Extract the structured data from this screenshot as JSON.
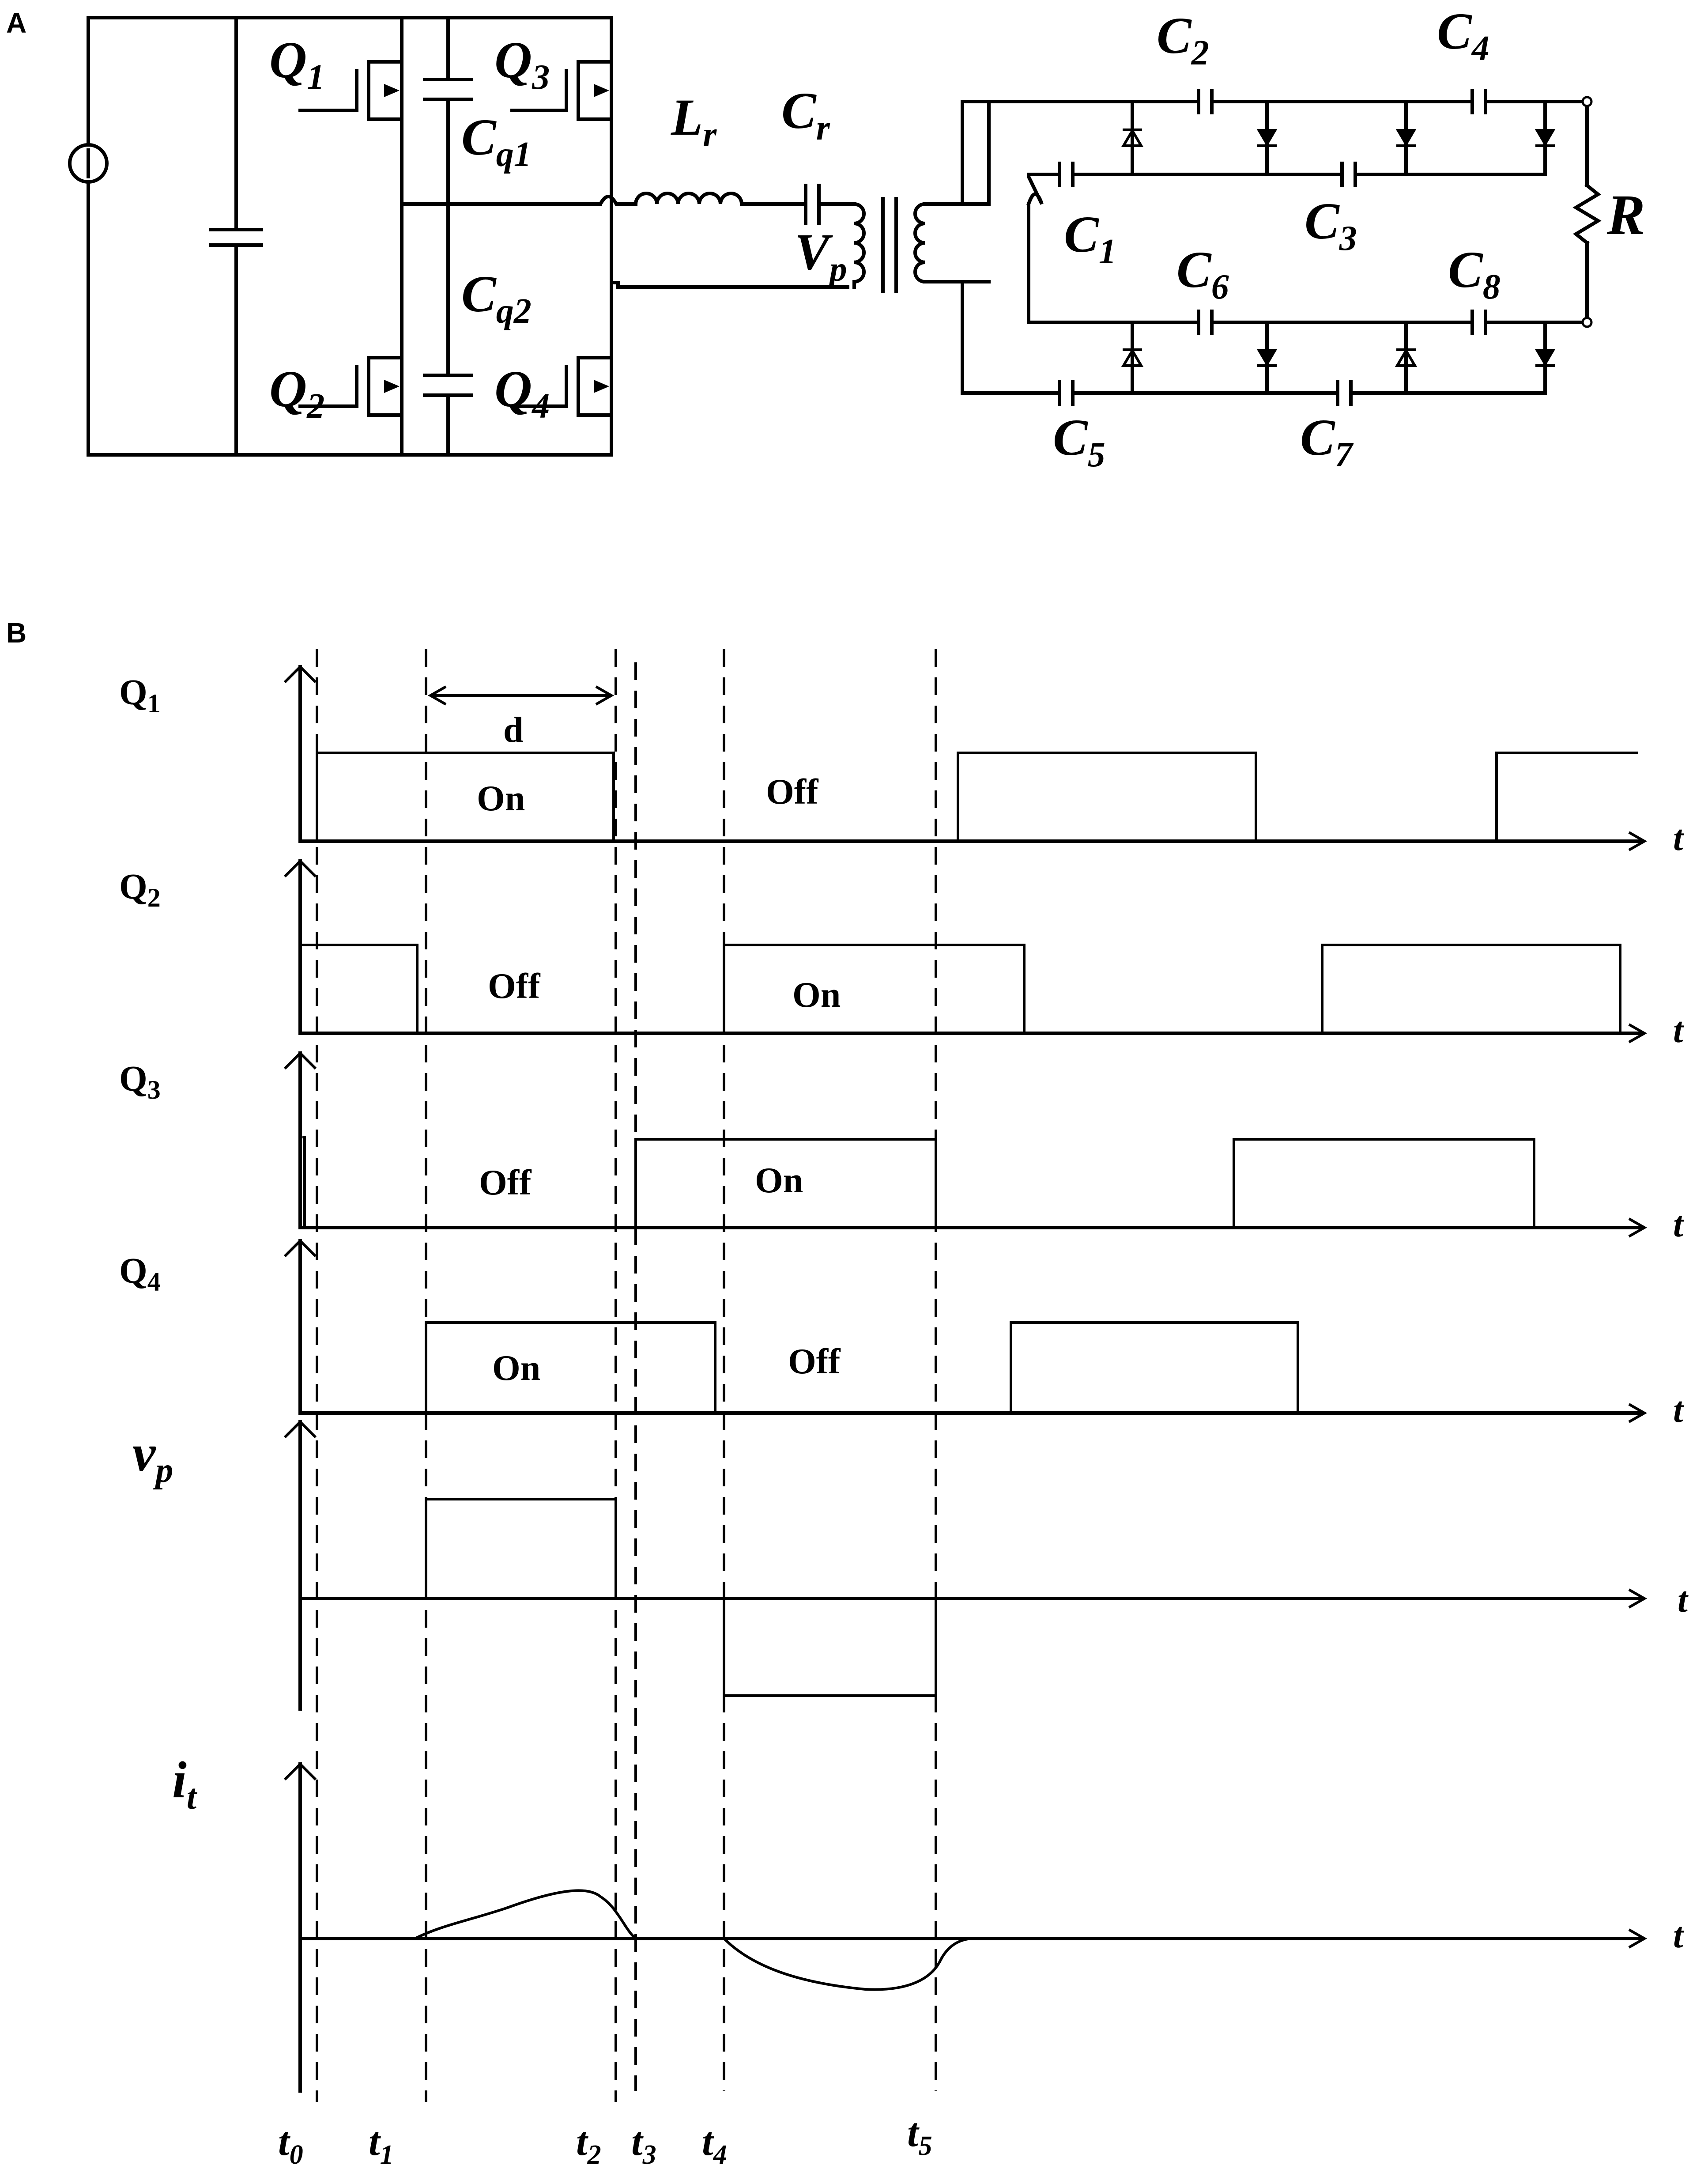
{
  "panels": {
    "a": "A",
    "b": "B"
  },
  "circuit": {
    "switches": {
      "q1": "Q",
      "q1_sub": "1",
      "q2": "Q",
      "q2_sub": "2",
      "q3": "Q",
      "q3_sub": "3",
      "q4": "Q",
      "q4_sub": "4"
    },
    "caps": {
      "cq1": "C",
      "cq1_sub": "q1",
      "cq2": "C",
      "cq2_sub": "q2",
      "cr": "C",
      "cr_sub": "r"
    },
    "inductor": {
      "main": "L",
      "sub": "r"
    },
    "primary": {
      "main": "V",
      "sub": "p"
    },
    "multiplier": [
      {
        "main": "C",
        "sub": "1"
      },
      {
        "main": "C",
        "sub": "2"
      },
      {
        "main": "C",
        "sub": "3"
      },
      {
        "main": "C",
        "sub": "4"
      },
      {
        "main": "C",
        "sub": "5"
      },
      {
        "main": "C",
        "sub": "6"
      },
      {
        "main": "C",
        "sub": "7"
      },
      {
        "main": "C",
        "sub": "8"
      }
    ],
    "load": "R"
  },
  "timing": {
    "rows": [
      {
        "main": "Q",
        "sub": "1"
      },
      {
        "main": "Q",
        "sub": "2"
      },
      {
        "main": "Q",
        "sub": "3"
      },
      {
        "main": "Q",
        "sub": "4"
      },
      {
        "main": "v",
        "sub": "p"
      },
      {
        "main": "i",
        "sub": "t"
      }
    ],
    "axis_label": "t",
    "duty_label": "d",
    "states": {
      "q1_on": "On",
      "q1_off": "Off",
      "q2_off": "Off",
      "q2_on": "On",
      "q3_off": "Off",
      "q3_on": "On",
      "q4_on": "On",
      "q4_off": "Off"
    },
    "instants": [
      {
        "main": "t",
        "sub": "0"
      },
      {
        "main": "t",
        "sub": "1"
      },
      {
        "main": "t",
        "sub": "2"
      },
      {
        "main": "t",
        "sub": "3"
      },
      {
        "main": "t",
        "sub": "4"
      },
      {
        "main": "t",
        "sub": "5"
      }
    ]
  }
}
